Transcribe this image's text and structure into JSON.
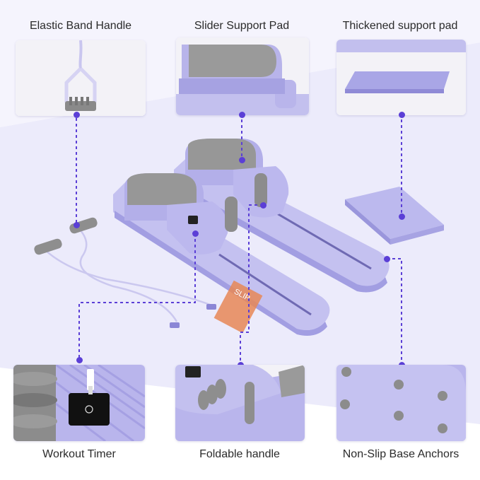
{
  "labels": {
    "elastic_band_handle": "Elastic Band Handle",
    "slider_support_pad": "Slider Support Pad",
    "thickened_support_pad": "Thickened support pad",
    "workout_timer": "Workout Timer",
    "foldable_handle": "Foldable handle",
    "non_slip_base_anchors": "Non-Slip Base Anchors"
  },
  "product_print": "SLIP",
  "colors": {
    "accent": "#5b3fd6",
    "lavender": "#b7b3ea",
    "lavender_dark": "#8f8ad6",
    "pad_gray": "#9c9c9c",
    "background_tint": "#e6e4fb"
  }
}
